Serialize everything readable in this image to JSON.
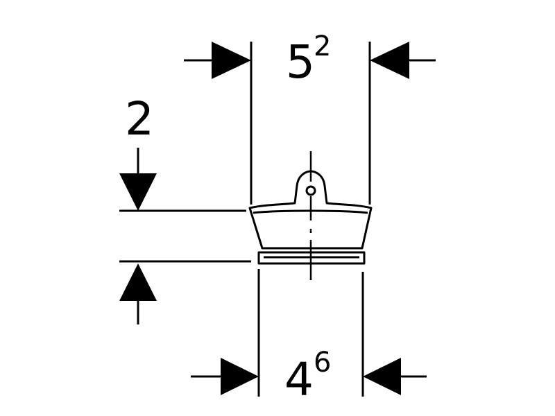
{
  "dimensions": {
    "top_width": {
      "main": "5",
      "sup": "2"
    },
    "height": {
      "main": "2"
    },
    "bottom_width": {
      "main": "4",
      "sup": "6"
    }
  },
  "colors": {
    "ink": "#000000",
    "background": "#ffffff"
  }
}
